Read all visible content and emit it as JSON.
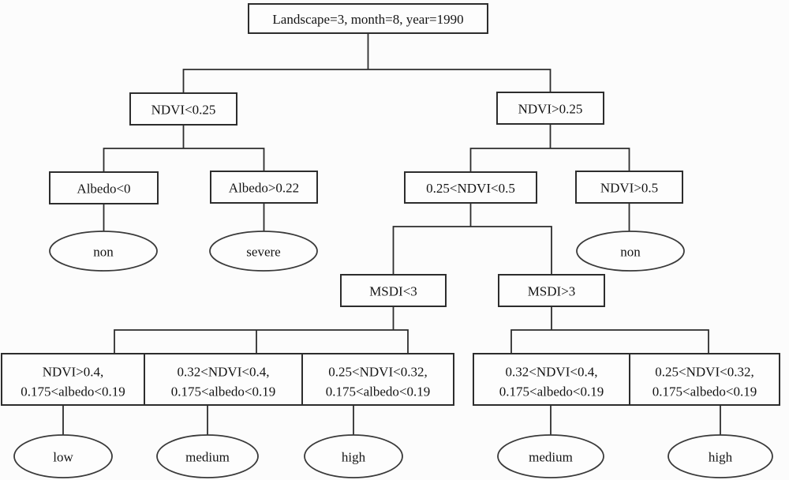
{
  "figure": {
    "type": "decision-tree",
    "background": "#fcfcfc",
    "line_color": "#2d2d2d",
    "text_color": "#141414"
  },
  "tree": {
    "root": {
      "label": "Landscape=3, month=8, year=1990"
    },
    "branches": [
      {
        "label": "NDVI<0.25"
      },
      {
        "label": "NDVI>0.25"
      }
    ],
    "level3": [
      {
        "label": "Albedo<0",
        "outcome": "non"
      },
      {
        "label": "Albedo>0.22",
        "outcome": "severe"
      },
      {
        "label": "0.25<NDVI<0.5"
      },
      {
        "label": "NDVI>0.5",
        "outcome": "non"
      }
    ],
    "msdi": [
      {
        "label": "MSDI<3"
      },
      {
        "label": "MSDI>3"
      }
    ],
    "conditions": [
      {
        "line1": "NDVI>0.4,",
        "line2": "0.175<albedo<0.19",
        "outcome": "low"
      },
      {
        "line1": "0.32<NDVI<0.4,",
        "line2": "0.175<albedo<0.19",
        "outcome": "medium"
      },
      {
        "line1": "0.25<NDVI<0.32,",
        "line2": "0.175<albedo<0.19",
        "outcome": "high"
      },
      {
        "line1": "0.32<NDVI<0.4,",
        "line2": "0.175<albedo<0.19",
        "outcome": "medium"
      },
      {
        "line1": "0.25<NDVI<0.32,",
        "line2": "0.175<albedo<0.19",
        "outcome": "high"
      }
    ]
  }
}
